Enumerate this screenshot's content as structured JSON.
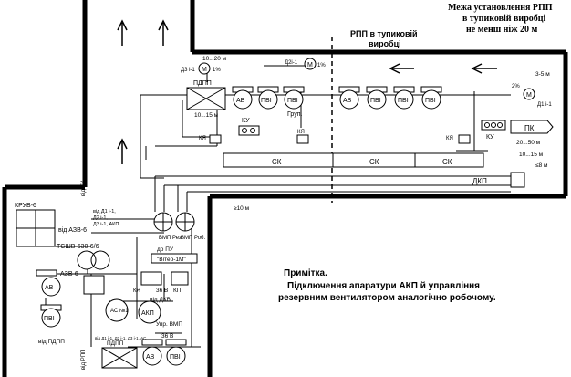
{
  "header": {
    "line1": "Межа установлення РПП",
    "line2": "в тупиковій виробці",
    "line3": "не менш ніж 20 м"
  },
  "rpp_label": {
    "line1": "РПП в тупиковій",
    "line2": "виробці"
  },
  "dims": {
    "d10_20": "10...20 м",
    "d10_15_top": "10...15 м",
    "d3_5": "3-5 м",
    "d20_50": "20...50 м",
    "d10_15_right": "10...15 м",
    "d_le8": "≤8 м",
    "d_ge10": "≥10 м"
  },
  "sensors": {
    "di1_left": "Д3 і-1",
    "percent_left": "1%",
    "di1_mid": "Д2і-1",
    "percent_mid": "1%",
    "percent_right": "2%",
    "di1_right": "Д1 і-1"
  },
  "equipment": {
    "pdpp_top": "ПДПП",
    "av": "АВ",
    "pvi": "ПВІ",
    "grup": "Груп.",
    "ku": "КУ",
    "kya": "КЯ",
    "sk": "СК",
    "pk": "ПК",
    "dkp": "ДКП",
    "kruv": "КРУВ-6",
    "vid_azv": "від АЗВ-6",
    "tsshv": "ТСШВ-630-6/6",
    "azv6": "АЗВ-6",
    "vid_pdpp": "від ПДПП",
    "vid_ku": "від КУ",
    "vid_rpp": "від РПП",
    "vmp_rez": "ВМП Рез.",
    "vmp_rob": "ВМП Роб.",
    "do_pu": "до ПУ",
    "viter": "\"Вітер-1М\"",
    "b36": "36 В",
    "kp": "КП",
    "vid_dkv": "від ДКВ",
    "ac": "АС №1",
    "akp": "АКП",
    "upr_vmp": "Упр. ВМП",
    "pdpp_bottom": "ПДПП",
    "b36_bottom": "36 В",
    "vid_d1": "від Д1 і-1,",
    "vid_d2": "Д2 і-1,",
    "vid_d3": "Д3 і-1, АКП",
    "vid_bottom": "від Д1 і-1, Д2 і-1, Д3 і-1, АС"
  },
  "note": {
    "title": "Примітка.",
    "line1": "Підключення апаратури АКП й управління",
    "line2": "резервним вентилятором аналогічно робочому."
  }
}
